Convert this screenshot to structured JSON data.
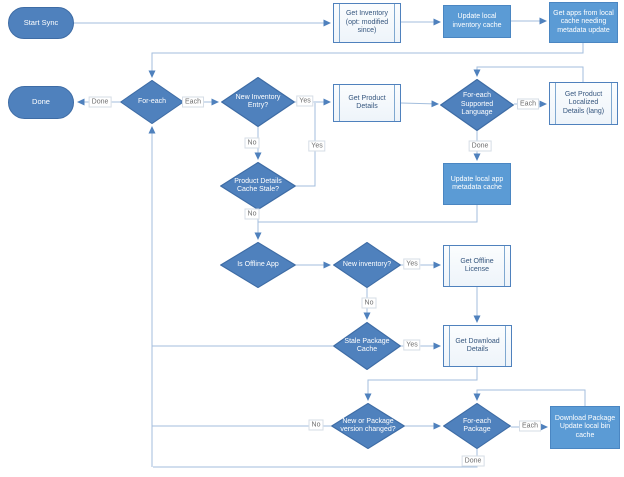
{
  "diagram": {
    "type": "flowchart",
    "description": "App sync process flowchart (Visio-style basic flowchart)",
    "colors": {
      "terminator_fill": "#4f81bd",
      "terminator_border": "#3e6ca5",
      "process_fill": "#5b9bd5",
      "process_border": "#4a86c2",
      "decision_fill": "#4f81bd",
      "decision_border": "#3e6ca5",
      "subprocess_fill": "#f6fafd",
      "subprocess_border": "#4f81bd",
      "connector_line": "#a3bedd",
      "arrowhead": "#4f81bd",
      "shape_text_on_fill": "#ffffff",
      "shape_text_on_light": "#35567e",
      "edge_label_text": "#6e6e6e",
      "background": "#ffffff"
    },
    "nodes": {
      "start": "Start Sync",
      "get_inventory": "Get Inventory (opt: modified since)",
      "update_inventory_cache": "Update local inventory cache",
      "get_apps": "Get apps from local cache needing metadata update",
      "done_end": "Done",
      "foreach": "For-each",
      "new_inventory_entry": "New Inventory Entry?",
      "get_product_details": "Get Product Details",
      "foreach_supported_language": "For-each Supported Language",
      "get_product_localized": "Get Product Localized Details (lang)",
      "product_details_cache_stale": "Product Details Cache Stale?",
      "update_app_metadata_cache": "Update local app metadata cache",
      "is_offline_app": "Is Offline App",
      "new_inventory": "New inventory?",
      "get_offline_license": "Get Offline License",
      "stale_package_cache": "Stale Package Cache",
      "get_download_details": "Get Download Details",
      "new_or_package_version_changed": "New or Package version changed?",
      "foreach_package": "For-each Package",
      "download_package": "Download Package Update local bin cache"
    },
    "edge_labels": {
      "foreach_done": "Done",
      "foreach_each": "Each",
      "new_entry_yes": "Yes",
      "new_entry_no": "No",
      "cache_stale_yes": "Yes",
      "cache_stale_no": "No",
      "language_each": "Each",
      "language_done": "Done",
      "new_inventory_yes": "Yes",
      "new_inventory_no": "No",
      "stale_package_yes": "Yes",
      "version_changed_no": "No",
      "foreach_package_each": "Each",
      "foreach_package_done": "Done"
    }
  }
}
